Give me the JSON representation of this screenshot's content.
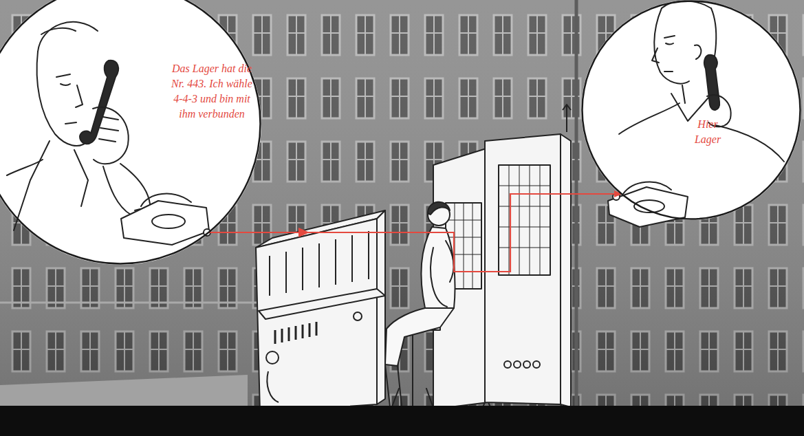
{
  "diagram": {
    "nodes": [
      {
        "text": [
          "Das Lager hat die Nr. 443. Ich wähle 4-4-3 und bin mit ihm verbunden"
        ]
      },
      {
        "text": [
          "Hier Lager"
        ]
      }
    ],
    "edges": [
      {
        "from": 0,
        "to": 1,
        "arrow": "to"
      }
    ]
  }
}
